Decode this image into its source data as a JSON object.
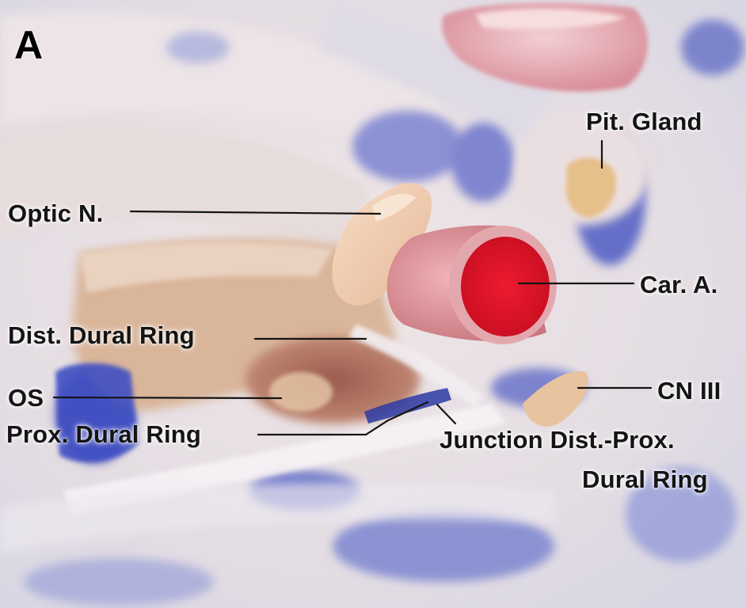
{
  "panel_letter": "A",
  "labels": {
    "optic_nerve": "Optic N.",
    "pituitary_gland": "Pit. Gland",
    "carotid_artery": "Car. A.",
    "distal_dural_ring": "Dist. Dural Ring",
    "os": "OS",
    "proximal_dural_ring": "Prox. Dural Ring",
    "cn3": "CN III",
    "junction_line1": "Junction Dist.-Prox.",
    "junction_line2": "Dural Ring"
  },
  "colors": {
    "carotid_lumen": "#e0182c",
    "dye_blue": "#5a64c8",
    "tissue_pink": "#e9c7c6",
    "leader_line": "#141414"
  }
}
